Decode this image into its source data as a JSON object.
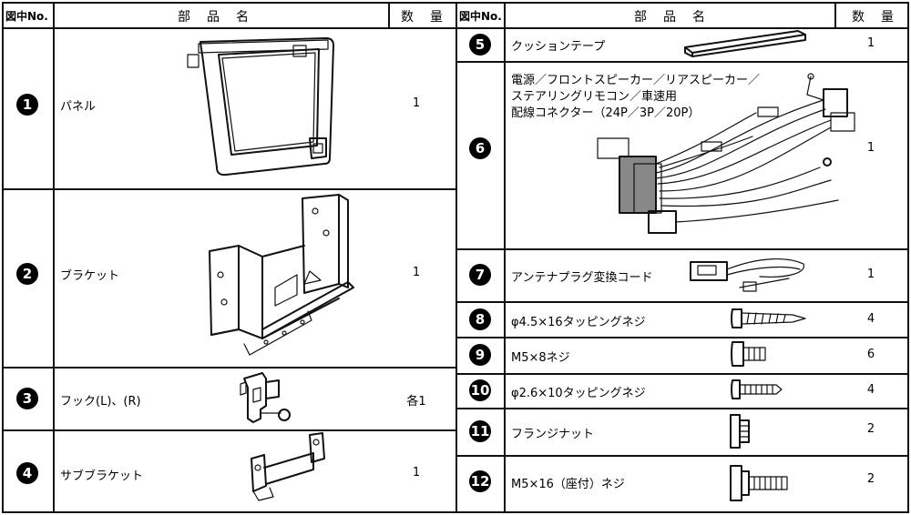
{
  "header": {
    "left": {
      "no": "図中No.",
      "name": "部　品　名",
      "qty": "数　量"
    },
    "right": {
      "no": "図中No.",
      "name": "部　品　名",
      "qty": "数　量"
    }
  },
  "left_items": [
    {
      "no": "1",
      "name": "パネル",
      "qty": "1",
      "icon": "panel-icon"
    },
    {
      "no": "2",
      "name": "ブラケット",
      "qty": "1",
      "icon": "bracket-icon"
    },
    {
      "no": "3",
      "name": "フック(L)、(R)",
      "qty": "各1",
      "icon": "hook-icon"
    },
    {
      "no": "4",
      "name": "サブブラケット",
      "qty": "1",
      "icon": "sub-bracket-icon"
    }
  ],
  "right_items": [
    {
      "no": "5",
      "name": "クッションテープ",
      "qty": "1",
      "icon": "cushion-tape-icon"
    },
    {
      "no": "6",
      "name": "電源／フロントスピーカー／リアスピーカー／\nステアリングリモコン／車速用\n配線コネクター（24P／3P／20P）",
      "qty": "1",
      "icon": "wiring-connector-icon"
    },
    {
      "no": "7",
      "name": "アンテナプラグ変換コード",
      "qty": "1",
      "icon": "antenna-cord-icon"
    },
    {
      "no": "8",
      "name": "φ4.5×16タッピングネジ",
      "qty": "4",
      "icon": "tapping-screw-icon"
    },
    {
      "no": "9",
      "name": "M5×8ネジ",
      "qty": "6",
      "icon": "screw-icon"
    },
    {
      "no": "10",
      "name": "φ2.6×10タッピングネジ",
      "qty": "4",
      "icon": "small-tapping-screw-icon"
    },
    {
      "no": "11",
      "name": "フランジナット",
      "qty": "2",
      "icon": "flange-nut-icon"
    },
    {
      "no": "12",
      "name": "M5×16（座付）ネジ",
      "qty": "2",
      "icon": "washer-screw-icon"
    }
  ]
}
